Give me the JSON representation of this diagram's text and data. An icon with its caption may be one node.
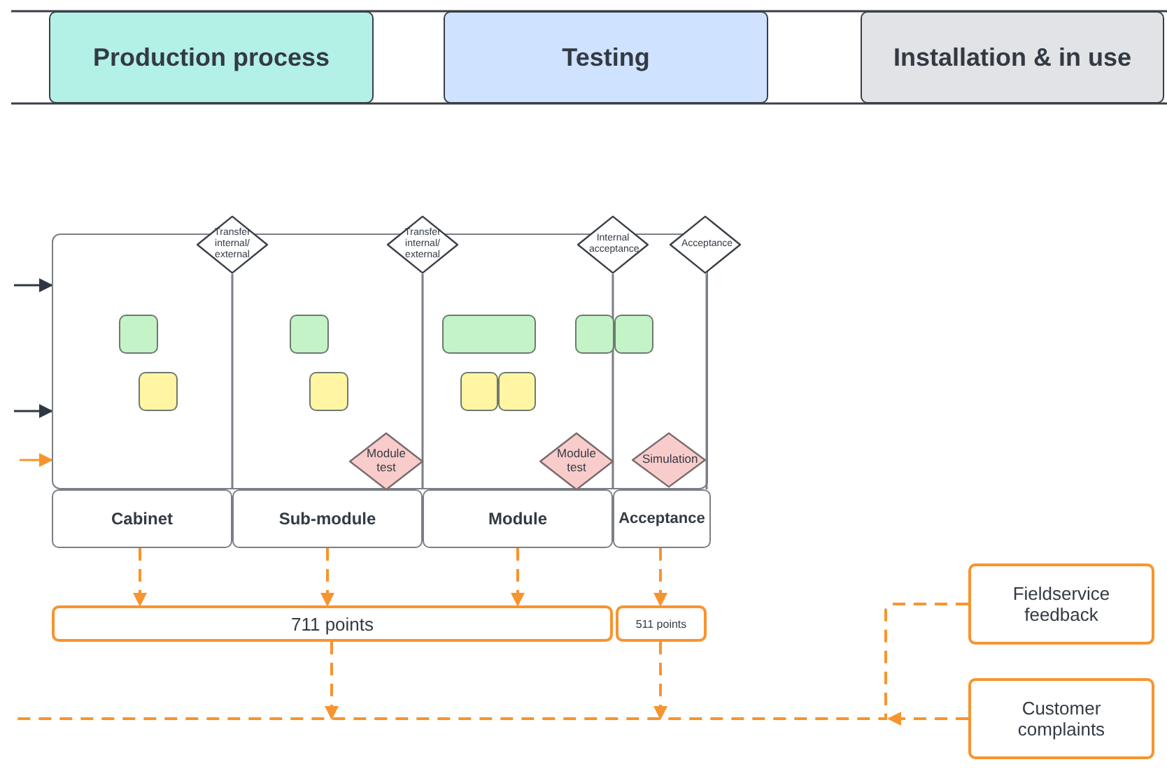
{
  "diagram": {
    "nodes": [
      {
        "text": [
          "Production process"
        ]
      },
      {
        "text": [
          "Testing"
        ]
      },
      {
        "text": [
          "Installation & in use"
        ]
      },
      {
        "text": [],
        "shape": "box"
      },
      {
        "text": [
          "Transfer internal/ external"
        ]
      },
      {
        "text": [
          "Transfer internal/ external"
        ]
      },
      {
        "text": [
          "Internal acceptance"
        ]
      },
      {
        "text": [
          "Acceptance"
        ]
      },
      {
        "text": [],
        "shape": "box",
        "in": 3
      },
      {
        "text": [],
        "shape": "box",
        "in": 3
      },
      {
        "text": [],
        "shape": "box",
        "in": 3
      },
      {
        "text": [],
        "shape": "box",
        "in": 3
      },
      {
        "text": [],
        "shape": "box",
        "in": 3
      },
      {
        "text": [],
        "shape": "box",
        "in": 3
      },
      {
        "text": [],
        "shape": "box",
        "in": 3
      },
      {
        "text": [],
        "shape": "box",
        "in": 3
      },
      {
        "text": [],
        "shape": "box",
        "in": 3
      },
      {
        "text": [
          "Module test"
        ],
        "in": 3
      },
      {
        "text": [
          "Module test"
        ],
        "in": 3
      },
      {
        "text": [
          "Simulation"
        ],
        "in": 3
      },
      {
        "text": [
          "Cabinet"
        ]
      },
      {
        "text": [
          "Sub-module"
        ]
      },
      {
        "text": [
          "Module"
        ]
      },
      {
        "text": [
          "Acceptance"
        ]
      },
      {
        "text": [
          "711 points"
        ]
      },
      {
        "text": [
          "511 points"
        ]
      },
      {
        "text": [
          "Fieldservice feedback"
        ]
      },
      {
        "text": [
          "Customer complaints"
        ]
      }
    ],
    "edges": [
      {
        "from": null,
        "to": 3,
        "arrow": "to",
        "color": "#2f3742"
      },
      {
        "from": null,
        "to": 3,
        "arrow": "to",
        "color": "#2f3742"
      },
      {
        "from": null,
        "to": 3,
        "arrow": "to"
      },
      {
        "from": 20,
        "to": 24,
        "arrow": "to",
        "style": "dashed"
      },
      {
        "from": 21,
        "to": 24,
        "arrow": "to",
        "style": "dashed"
      },
      {
        "from": 22,
        "to": 24,
        "arrow": "to",
        "style": "dashed"
      },
      {
        "from": 23,
        "to": 25,
        "arrow": "to",
        "style": "dashed"
      },
      {
        "from": 24,
        "to": null,
        "arrow": "to",
        "style": "dashed"
      },
      {
        "from": 25,
        "to": null,
        "arrow": "to",
        "style": "dashed"
      },
      {
        "from": 26,
        "to": null,
        "arrow": "none",
        "style": "dashed"
      },
      {
        "from": 27,
        "to": null,
        "arrow": "to",
        "style": "dashed"
      }
    ]
  }
}
